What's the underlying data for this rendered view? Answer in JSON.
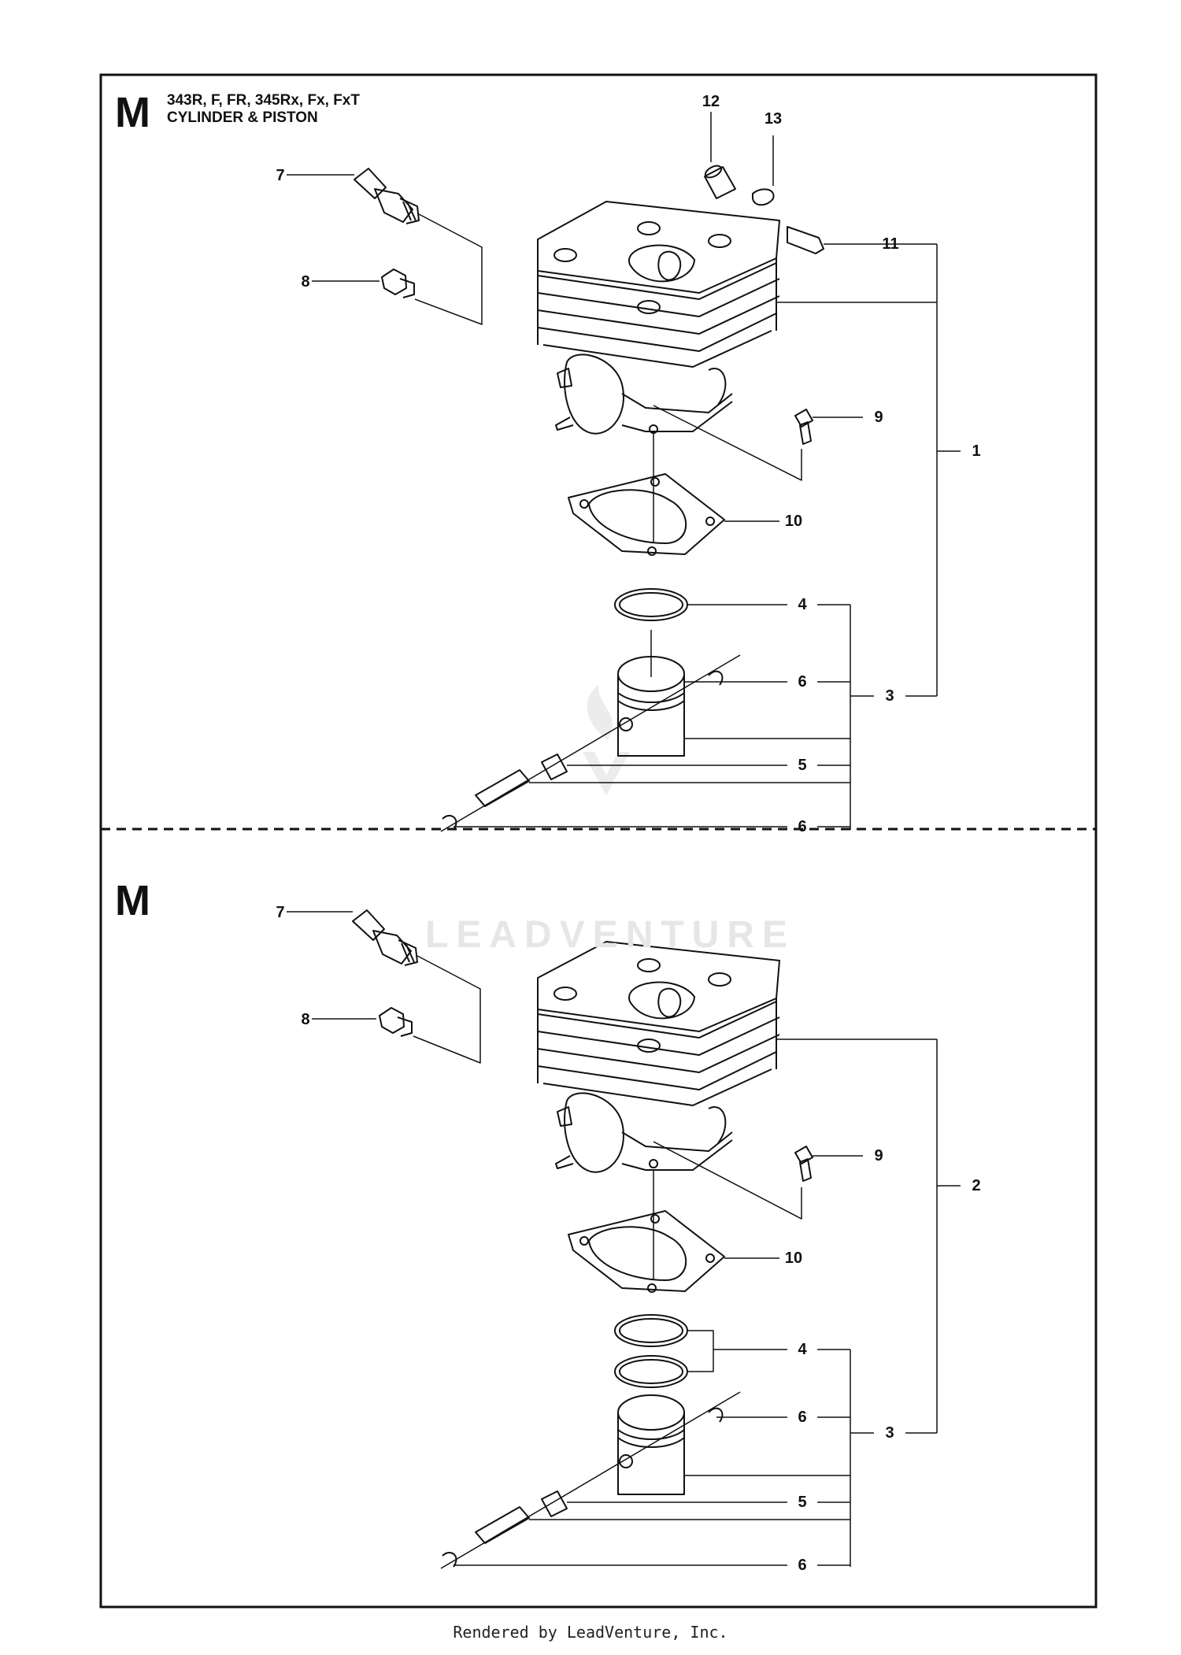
{
  "header": {
    "section_letter": "M",
    "models": "343R, F, FR, 345Rx, Fx, FxT",
    "title": "CYLINDER & PISTON"
  },
  "lower_section": {
    "section_letter": "M"
  },
  "upper_callouts": [
    {
      "name": "callout-12",
      "text": "12"
    },
    {
      "name": "callout-13",
      "text": "13"
    },
    {
      "name": "callout-7",
      "text": "7"
    },
    {
      "name": "callout-11",
      "text": "11"
    },
    {
      "name": "callout-8",
      "text": "8"
    },
    {
      "name": "callout-9",
      "text": "9"
    },
    {
      "name": "callout-1",
      "text": "1"
    },
    {
      "name": "callout-10",
      "text": "10"
    },
    {
      "name": "callout-4",
      "text": "4"
    },
    {
      "name": "callout-6a",
      "text": "6"
    },
    {
      "name": "callout-3",
      "text": "3"
    },
    {
      "name": "callout-5",
      "text": "5"
    },
    {
      "name": "callout-6b",
      "text": "6"
    }
  ],
  "lower_callouts": [
    {
      "name": "callout-7",
      "text": "7"
    },
    {
      "name": "callout-8",
      "text": "8"
    },
    {
      "name": "callout-9",
      "text": "9"
    },
    {
      "name": "callout-2",
      "text": "2"
    },
    {
      "name": "callout-10",
      "text": "10"
    },
    {
      "name": "callout-4",
      "text": "4"
    },
    {
      "name": "callout-6a",
      "text": "6"
    },
    {
      "name": "callout-3",
      "text": "3"
    },
    {
      "name": "callout-5",
      "text": "5"
    },
    {
      "name": "callout-6b",
      "text": "6"
    }
  ],
  "watermark": "LEADVENTURE",
  "footer": "Rendered by LeadVenture, Inc."
}
